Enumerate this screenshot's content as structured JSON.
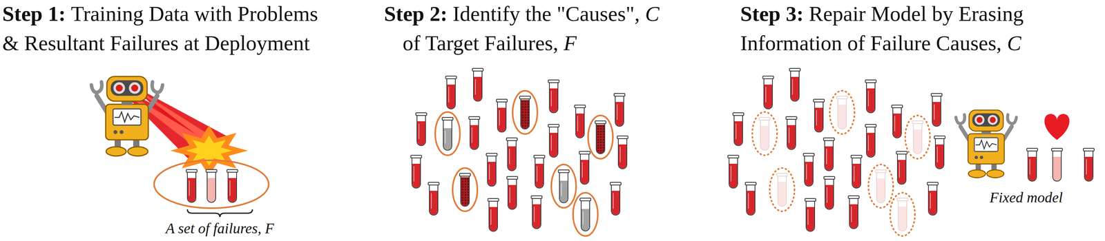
{
  "diagram": {
    "labels": [
      "Step 1:",
      "Training Data with Problems",
      "& Resultant Failures at Deployment",
      "Step 2:",
      "Identify the \"Causes\",",
      "C",
      "of Target Failures,",
      "F",
      "Step 3:",
      "Repair Model by Erasing",
      "Information of Failure Causes,",
      "C",
      "A set of failures,",
      "F",
      "Fixed model"
    ]
  }
}
